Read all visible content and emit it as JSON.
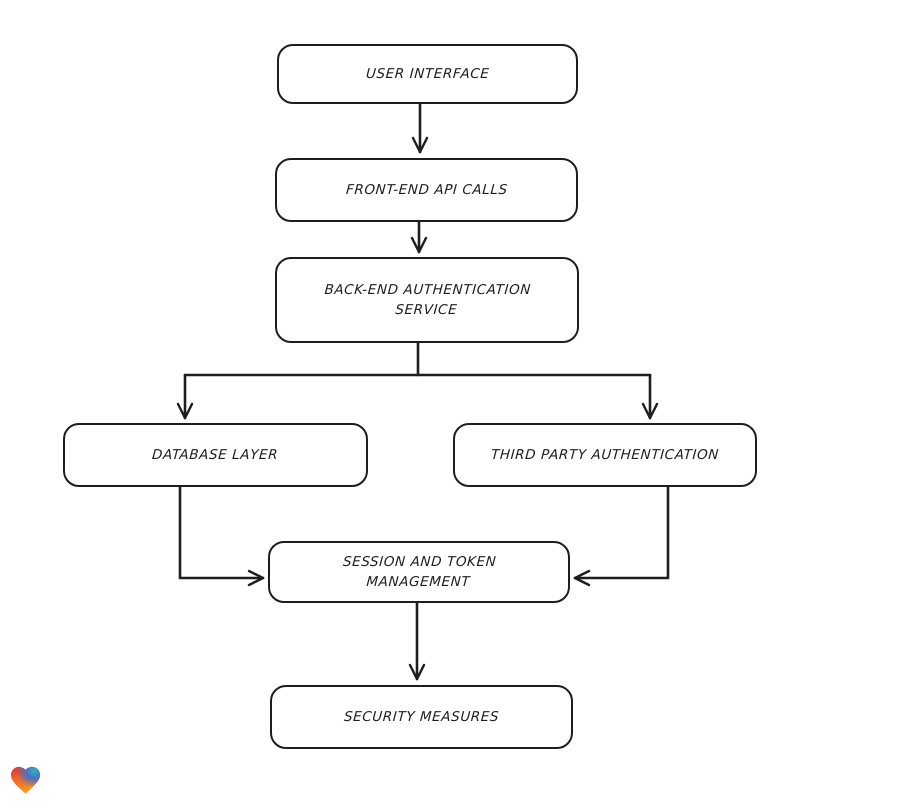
{
  "page": {
    "background_color": "#ffffff"
  },
  "diagram": {
    "type": "flowchart",
    "stroke_color": "#1e1e1e",
    "node_fill_color": "#ffffff",
    "nodes": [
      {
        "id": "user-interface",
        "label": "USER INTERFACE"
      },
      {
        "id": "front-end-api-calls",
        "label": "FRONT-END API CALLS"
      },
      {
        "id": "back-end-authentication-service",
        "label": "BACK-END AUTHENTICATION SERVICE"
      },
      {
        "id": "database-layer",
        "label": "DATABASE LAYER"
      },
      {
        "id": "third-party-authentication",
        "label": "THIRD PARTY AUTHENTICATION"
      },
      {
        "id": "session-and-token-management",
        "label": "SESSION AND TOKEN MANAGEMENT"
      },
      {
        "id": "security-measures",
        "label": "SECURITY MEASURES"
      }
    ],
    "edges": [
      {
        "from": "user-interface",
        "to": "front-end-api-calls"
      },
      {
        "from": "front-end-api-calls",
        "to": "back-end-authentication-service"
      },
      {
        "from": "back-end-authentication-service",
        "to": "database-layer"
      },
      {
        "from": "back-end-authentication-service",
        "to": "third-party-authentication"
      },
      {
        "from": "database-layer",
        "to": "session-and-token-management"
      },
      {
        "from": "third-party-authentication",
        "to": "session-and-token-management"
      },
      {
        "from": "session-and-token-management",
        "to": "security-measures"
      }
    ]
  },
  "logo": {
    "name": "gradient-heart-logo",
    "colors": {
      "top_left": "#e5312e",
      "top_right": "#2bb5b8",
      "mid_right": "#3f6fd4",
      "bottom": "#f59b23"
    }
  }
}
